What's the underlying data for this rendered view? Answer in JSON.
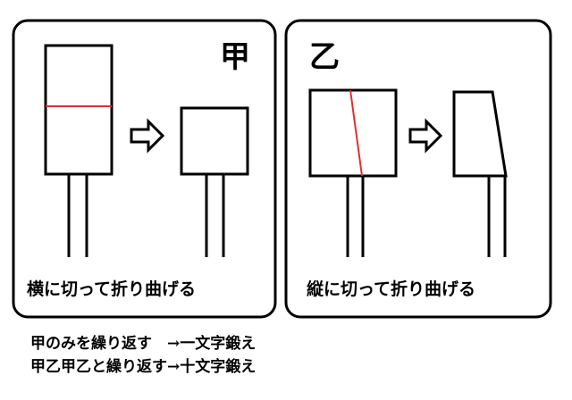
{
  "panels": [
    {
      "mark": "甲",
      "caption": "横に切って折り曲げる"
    },
    {
      "mark": "乙",
      "caption": "縦に切って折り曲げる"
    }
  ],
  "notes": [
    "甲のみを繰り返す　→一文字鍛え",
    "甲乙甲乙と繰り返す→十文字鍛え"
  ],
  "colors": {
    "cut_line": "#e03030",
    "outline": "#000000",
    "background": "#ffffff"
  },
  "icons": [
    "right-arrow-icon"
  ]
}
